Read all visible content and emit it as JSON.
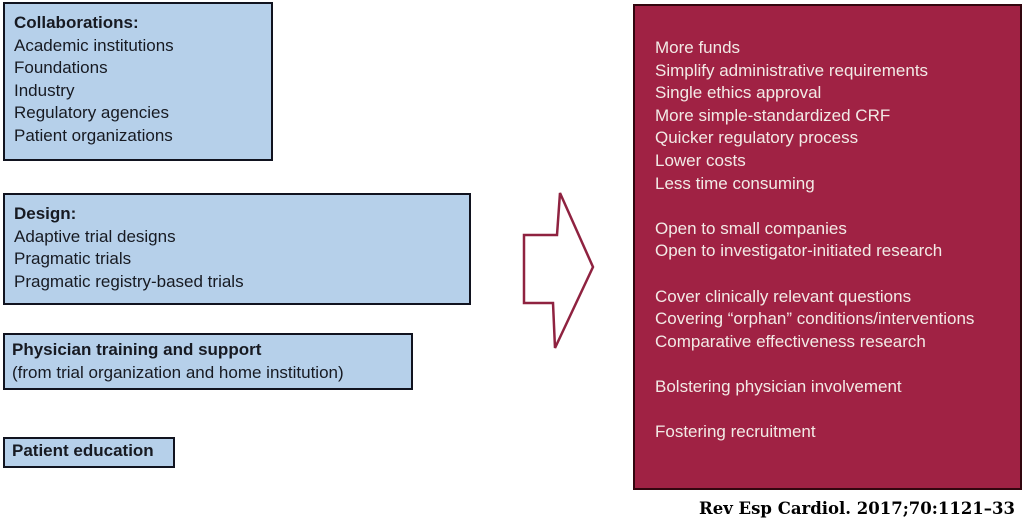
{
  "colors": {
    "box_blue_fill": "#b6d0ea",
    "box_blue_border": "#11131f",
    "box_text_dark": "#171a22",
    "panel_red_fill": "#a02244",
    "panel_red_border": "#33060f",
    "panel_text_light": "#f2eae6",
    "arrow_stroke": "#8f2240"
  },
  "left_boxes": [
    {
      "title": "Collaborations:",
      "items": [
        "Academic institutions",
        "Foundations",
        "Industry",
        "Regulatory agencies",
        "Patient organizations"
      ]
    },
    {
      "title": "Design:",
      "items": [
        "Adaptive trial designs",
        "Pragmatic trials",
        "Pragmatic registry-based trials"
      ]
    },
    {
      "title": "Physician training and support",
      "subtitle": "(from trial organization and home institution)"
    },
    {
      "title": "Patient education"
    }
  ],
  "arrow": {
    "icon": "right-block-arrow"
  },
  "right_panel": {
    "groups": [
      {
        "items": [
          "More funds",
          "Simplify administrative requirements",
          "Single ethics approval",
          "More simple-standardized CRF",
          "Quicker regulatory process",
          "Lower costs",
          "Less time consuming"
        ]
      },
      {
        "items": [
          "Open to small companies",
          "Open to investigator-initiated research"
        ]
      },
      {
        "items": [
          "Cover clinically relevant questions",
          "Covering “orphan” conditions/interventions",
          "Comparative effectiveness research"
        ]
      },
      {
        "items": [
          "Bolstering physician involvement"
        ]
      },
      {
        "items": [
          "Fostering recruitment"
        ]
      }
    ]
  },
  "citation": "Rev Esp Cardiol. 2017;70:1121–33"
}
